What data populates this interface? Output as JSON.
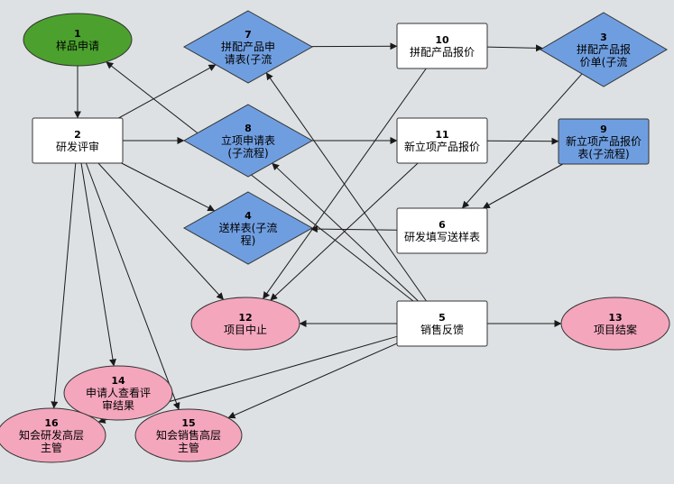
{
  "colors": {
    "background": "#dde1e4",
    "start": "#4ca12e",
    "terminal": "#f4a6bd",
    "subprocess": "#6f9ee0",
    "highlighted_box": "#6f9ee0",
    "task": "#ffffff",
    "edge": "#1a1a1a"
  },
  "nodes": [
    {
      "id": "1",
      "shape": "ellipse",
      "style": "start",
      "lines": [
        "1",
        "样品申请"
      ]
    },
    {
      "id": "2",
      "shape": "rect",
      "style": "task",
      "lines": [
        "2",
        "研发评审"
      ]
    },
    {
      "id": "7",
      "shape": "diamond",
      "style": "subprocess",
      "lines": [
        "7",
        "拼配产品申",
        "请表(子流"
      ]
    },
    {
      "id": "8",
      "shape": "diamond",
      "style": "subprocess",
      "lines": [
        "8",
        "立项申请表",
        "(子流程)"
      ]
    },
    {
      "id": "4",
      "shape": "diamond",
      "style": "subprocess",
      "lines": [
        "4",
        "送样表(子流",
        "程)"
      ]
    },
    {
      "id": "10",
      "shape": "rect",
      "style": "task",
      "lines": [
        "10",
        "拼配产品报价"
      ]
    },
    {
      "id": "11",
      "shape": "rect",
      "style": "task",
      "lines": [
        "11",
        "新立项产品报价"
      ]
    },
    {
      "id": "6",
      "shape": "rect",
      "style": "task",
      "lines": [
        "6",
        "研发填写送样表"
      ]
    },
    {
      "id": "5",
      "shape": "rect",
      "style": "task",
      "lines": [
        "5",
        "销售反馈"
      ]
    },
    {
      "id": "3",
      "shape": "diamond",
      "style": "subprocess",
      "lines": [
        "3",
        "拼配产品报",
        "价单(子流"
      ]
    },
    {
      "id": "9",
      "shape": "rect",
      "style": "highlighted_box",
      "lines": [
        "9",
        "新立项产品报价",
        "表(子流程)"
      ]
    },
    {
      "id": "12",
      "shape": "ellipse",
      "style": "terminal",
      "lines": [
        "12",
        "项目中止"
      ]
    },
    {
      "id": "13",
      "shape": "ellipse",
      "style": "terminal",
      "lines": [
        "13",
        "项目结案"
      ]
    },
    {
      "id": "14",
      "shape": "ellipse",
      "style": "terminal",
      "lines": [
        "14",
        "申请人查看评",
        "审结果"
      ]
    },
    {
      "id": "16",
      "shape": "ellipse",
      "style": "terminal",
      "lines": [
        "16",
        "知会研发高层",
        "主管"
      ]
    },
    {
      "id": "15",
      "shape": "ellipse",
      "style": "terminal",
      "lines": [
        "15",
        "知会销售高层",
        "主管"
      ]
    }
  ],
  "edges": [
    [
      "1",
      "2"
    ],
    [
      "2",
      "7"
    ],
    [
      "2",
      "8"
    ],
    [
      "2",
      "4"
    ],
    [
      "2",
      "12"
    ],
    [
      "2",
      "14"
    ],
    [
      "2",
      "16"
    ],
    [
      "2",
      "15"
    ],
    [
      "7",
      "10"
    ],
    [
      "10",
      "3"
    ],
    [
      "3",
      "6"
    ],
    [
      "8",
      "11"
    ],
    [
      "11",
      "9"
    ],
    [
      "9",
      "6"
    ],
    [
      "6",
      "4"
    ],
    [
      "5",
      "13"
    ],
    [
      "5",
      "12"
    ],
    [
      "5",
      "1"
    ],
    [
      "5",
      "7"
    ],
    [
      "5",
      "8"
    ],
    [
      "5",
      "16"
    ],
    [
      "5",
      "15"
    ],
    [
      "10",
      "12"
    ],
    [
      "11",
      "12"
    ]
  ]
}
